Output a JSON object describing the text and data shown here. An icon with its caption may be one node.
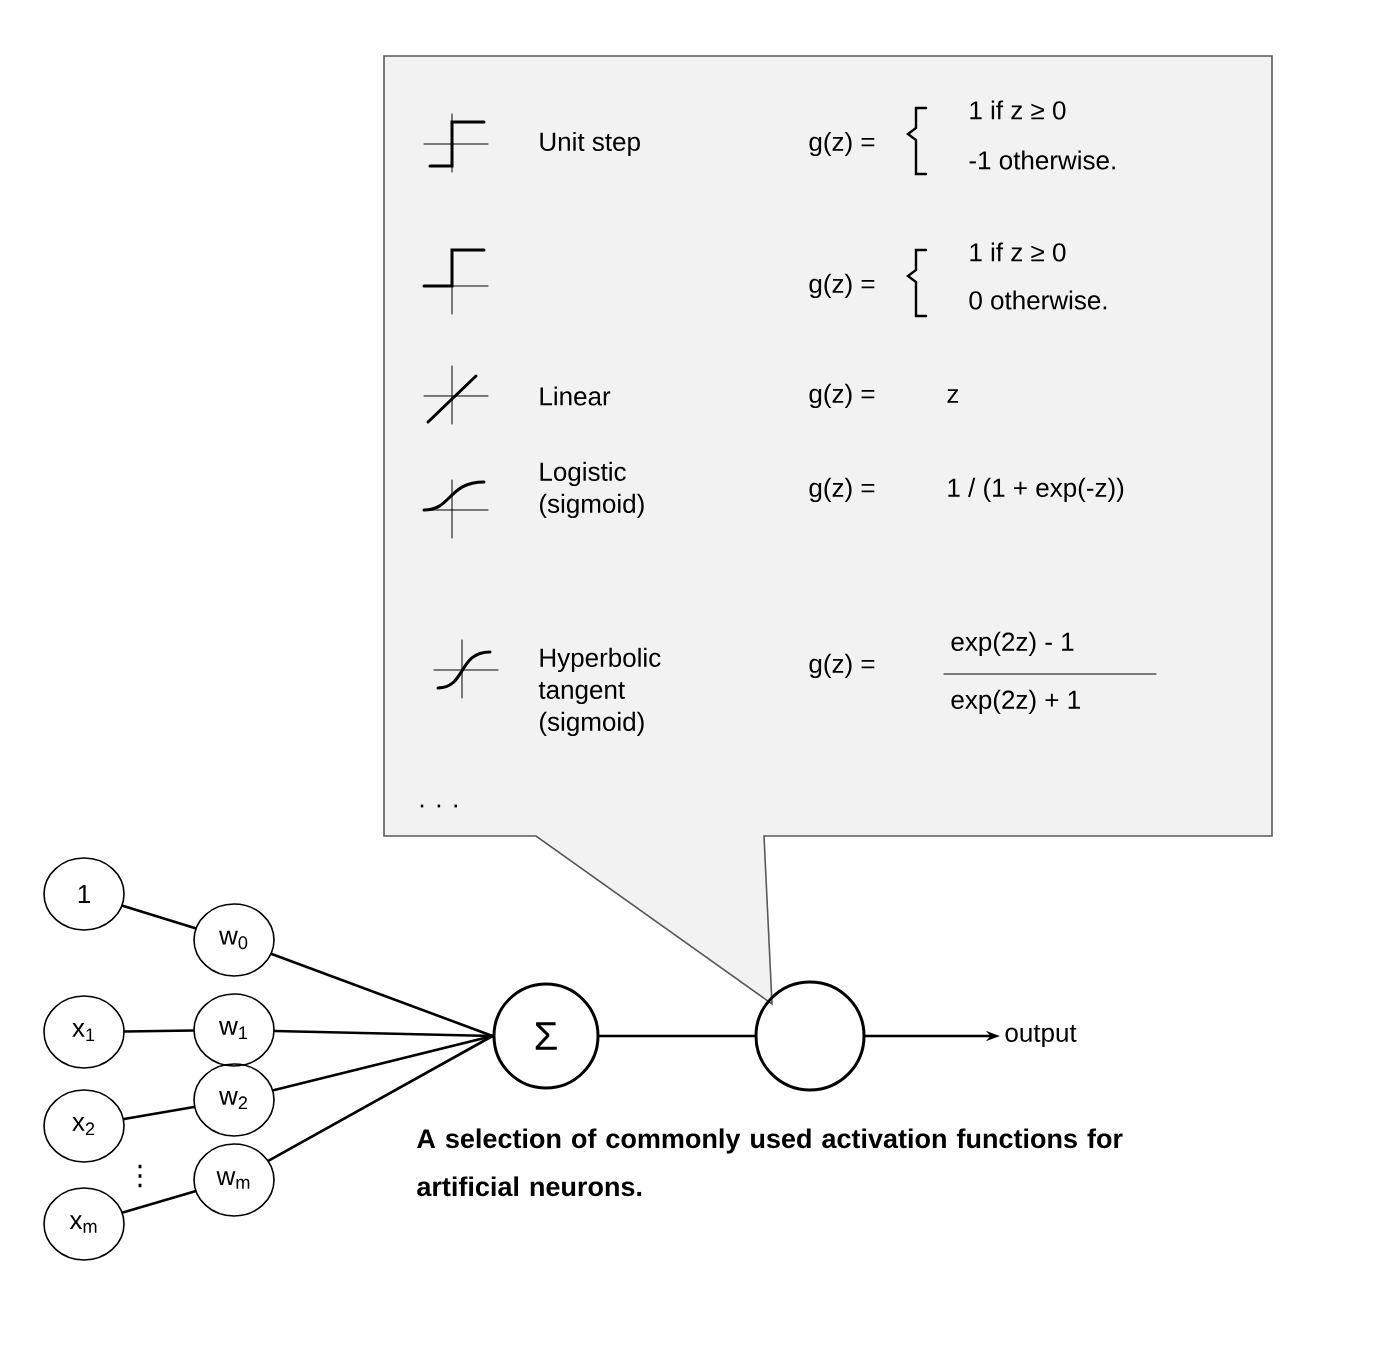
{
  "diagram": {
    "caption": "A selection of commonly used activation functions for artificial neurons.",
    "nodes": [
      {
        "text": [
          "Unit step",
          "g(z) =",
          "1 if z ≥ 0",
          "-1 otherwise.",
          "g(z) =",
          "1 if z ≥ 0",
          "0 otherwise.",
          "Linear",
          "g(z) =",
          "z",
          "Logistic (sigmoid)",
          "g(z) =",
          "1 / (1 + exp(-z))",
          "Hyperbolic tangent (sigmoid)",
          "g(z) =",
          "exp(2z) - 1",
          "exp(2z) + 1",
          ". . ."
        ]
      },
      {
        "text": [
          "1"
        ]
      },
      {
        "text": [
          "w$_{0}$"
        ]
      },
      {
        "text": [
          "x$_{1}$"
        ]
      },
      {
        "text": [
          "w$_{1}$"
        ]
      },
      {
        "text": [
          "x$_{2}$"
        ]
      },
      {
        "text": [
          "w$_{2}$"
        ]
      },
      {
        "text": [
          "x$_{m}$"
        ]
      },
      {
        "text": [
          "w$_{m}$"
        ]
      },
      {
        "text": [
          "Σ"
        ]
      },
      {
        "text": [],
        "shape": "circle"
      },
      {
        "text": [
          "output"
        ]
      }
    ],
    "edges": [
      {
        "from": 1,
        "to": 2,
        "arrow": "none"
      },
      {
        "from": 3,
        "to": 4,
        "arrow": "none"
      },
      {
        "from": 5,
        "to": 6,
        "arrow": "none"
      },
      {
        "from": 7,
        "to": 8,
        "arrow": "none"
      },
      {
        "from": 2,
        "to": 9,
        "arrow": "none"
      },
      {
        "from": 4,
        "to": 9,
        "arrow": "none"
      },
      {
        "from": 6,
        "to": 9,
        "arrow": "none"
      },
      {
        "from": 8,
        "to": 9,
        "arrow": "none"
      },
      {
        "from": 9,
        "to": 10,
        "arrow": "none"
      },
      {
        "from": 10,
        "to": 11,
        "arrow": "to"
      }
    ],
    "labels": [
      "⋮"
    ]
  }
}
